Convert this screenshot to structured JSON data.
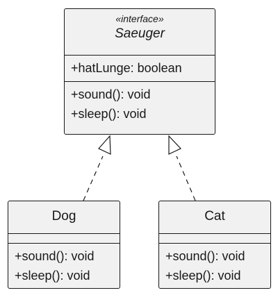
{
  "diagram": {
    "interface": {
      "stereotype": "«interface»",
      "name": "Saeuger",
      "attributes": [
        "+hatLunge: boolean"
      ],
      "methods": [
        "+sound(): void",
        "+sleep(): void"
      ]
    },
    "classes": [
      {
        "id": "dog",
        "name": "Dog",
        "methods": [
          "+sound(): void",
          "+sleep(): void"
        ]
      },
      {
        "id": "cat",
        "name": "Cat",
        "methods": [
          "+sound(): void",
          "+sleep(): void"
        ]
      }
    ],
    "relations": [
      {
        "type": "realization",
        "from": "dog",
        "to": "interface"
      },
      {
        "type": "realization",
        "from": "cat",
        "to": "interface"
      }
    ],
    "colors": {
      "box_fill": "#f1f1f1",
      "stroke": "#181818",
      "background": "#ffffff"
    }
  }
}
